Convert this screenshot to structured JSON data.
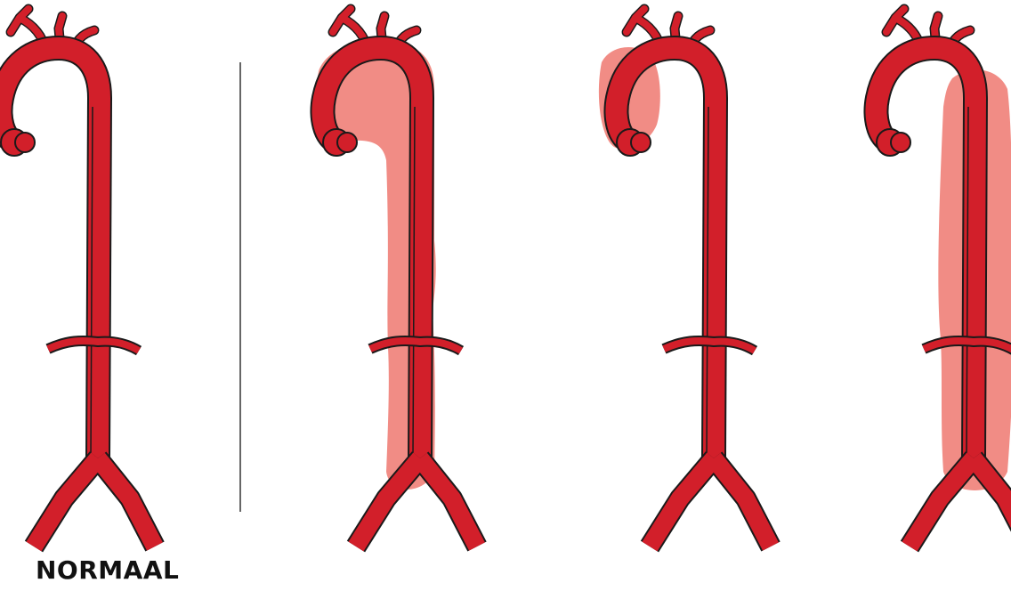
{
  "caption": "NORMAAL",
  "colors": {
    "artery": "#d21f2a",
    "outline": "#1a1a1a",
    "dissection": "#f08078",
    "divider": "#333333"
  },
  "panels": [
    {
      "name": "normal",
      "dissection": "none"
    },
    {
      "name": "dissection-arch-and-descending",
      "dissection": "arch-and-descending"
    },
    {
      "name": "dissection-ascending-only",
      "dissection": "ascending"
    },
    {
      "name": "dissection-descending-only",
      "dissection": "descending"
    }
  ]
}
